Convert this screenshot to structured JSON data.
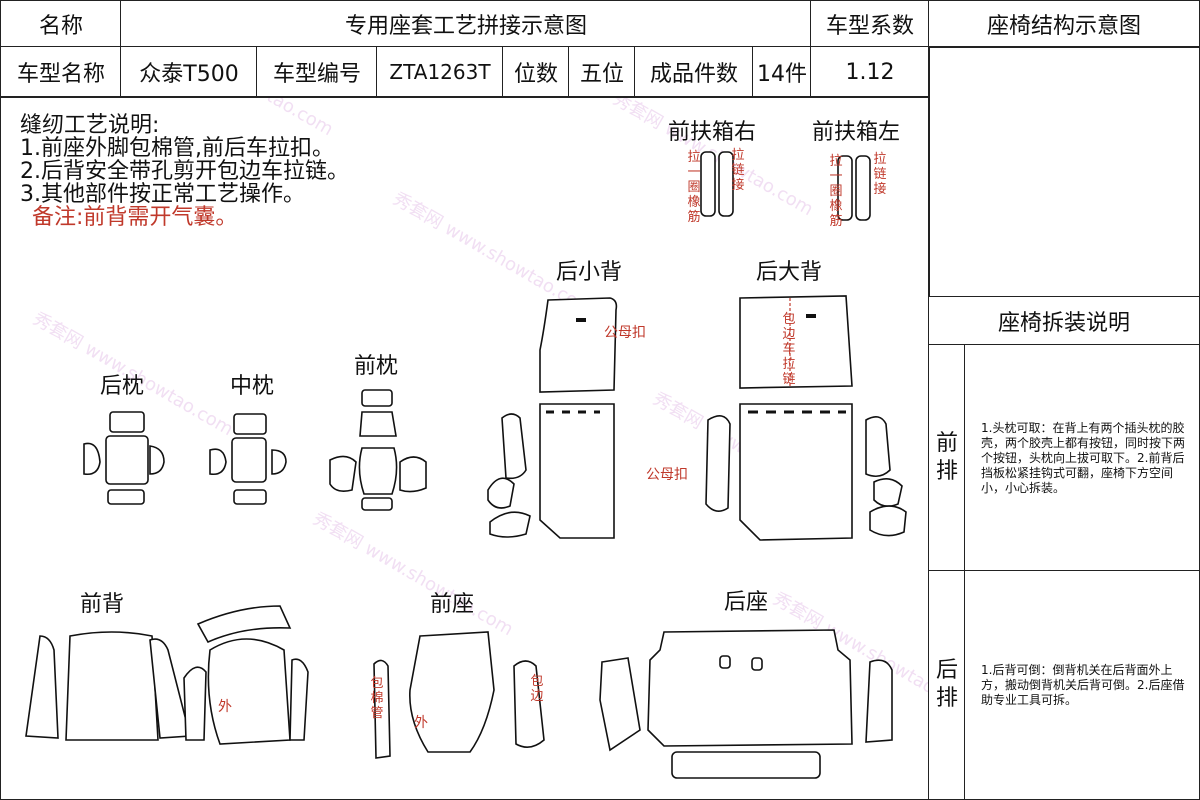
{
  "header": {
    "name_label": "名称",
    "title": "专用座套工艺拼接示意图",
    "coef_label": "车型系数",
    "structure_title": "座椅结构示意图"
  },
  "info": {
    "model_name_label": "车型名称",
    "model_name": "众泰T500",
    "model_code_label": "车型编号",
    "model_code": "ZTA1263T",
    "seats_label": "位数",
    "seats": "五位",
    "pieces_label": "成品件数",
    "pieces": "14件",
    "coef": "1.12"
  },
  "notes": {
    "heading": "缝纫工艺说明:",
    "items": [
      "1.前座外脚包棉管,前后车拉扣。",
      "2.后背安全带孔剪开包边车拉链。",
      "3.其他部件按正常工艺操作。"
    ],
    "remark": "备注:前背需开气囊。"
  },
  "parts": {
    "armrest_right": "前扶箱右",
    "armrest_left": "前扶箱左",
    "rear_small_back": "后小背",
    "rear_big_back": "后大背",
    "rear_pillow": "后枕",
    "mid_pillow": "中枕",
    "front_pillow": "前枕",
    "front_back": "前背",
    "front_seat": "前座",
    "rear_seat": "后座"
  },
  "annotations": {
    "pull_rope": "拉一圈橡筋",
    "zip": "拉链接",
    "snap": "公母扣",
    "zip_edge": "包边车拉链",
    "outer": "外",
    "cotton_tube": "包棉管",
    "edge": "包边"
  },
  "disassembly": {
    "title": "座椅拆装说明",
    "front_label": "前排",
    "front_text": "1.头枕可取：在背上有两个插头枕的胶壳，两个胶壳上都有按钮，同时按下两个按钮，头枕向上拔可取下。2.前背后挡板松紧挂钩式可翻，座椅下方空间小，小心拆装。",
    "rear_label": "后排",
    "rear_text": "1.后背可倒：倒背机关在后背面外上方，搬动倒背机关后背可倒。2.后座借助专业工具可拆。"
  },
  "watermark": "秀套网 www.showtao.com"
}
